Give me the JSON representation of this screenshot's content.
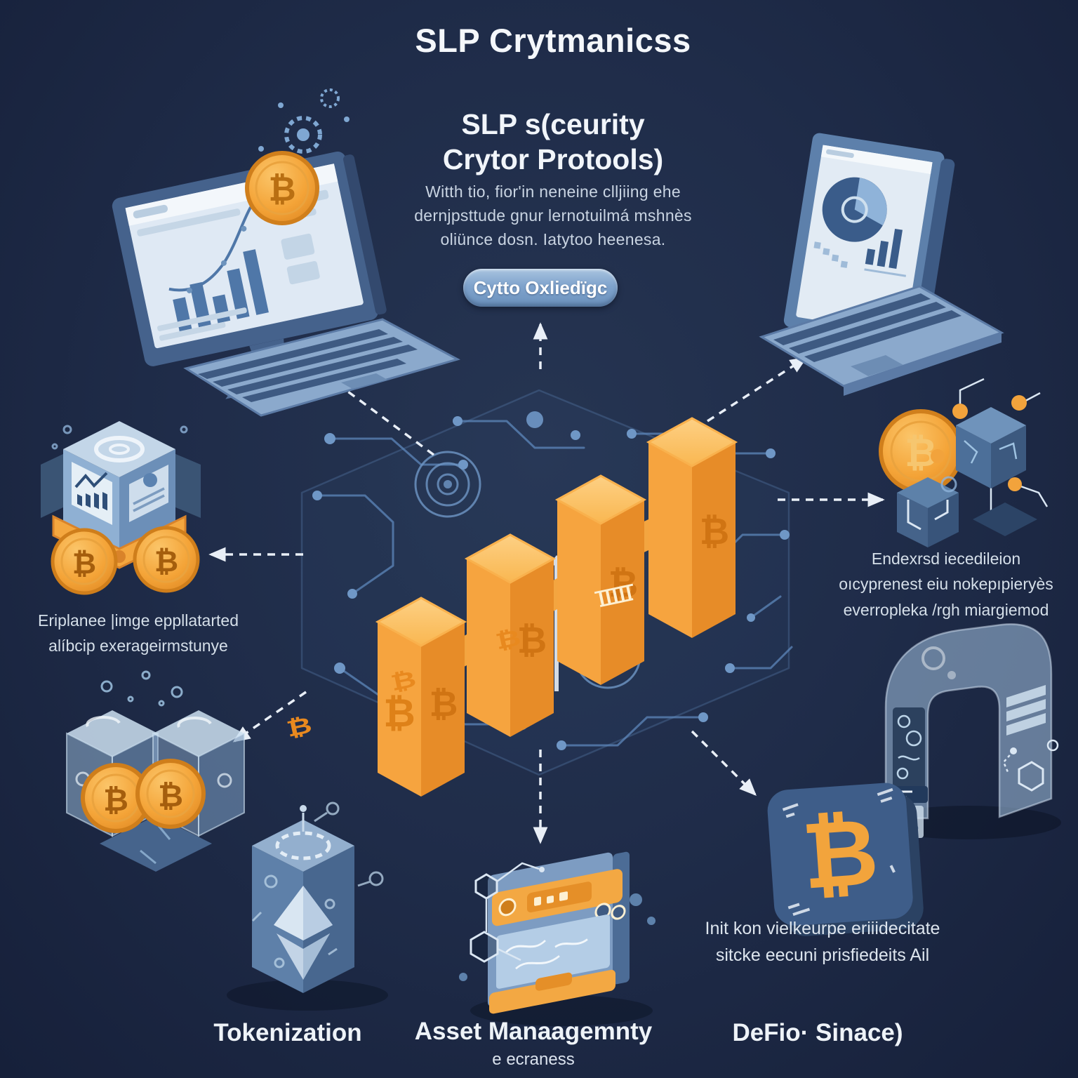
{
  "title": "SLP Crytmanicss",
  "header": {
    "subtitle": {
      "line1": "SLP s(ceurity",
      "line2": "Crytor Protools)"
    },
    "description": {
      "line1": "Witth tio, fior'in neneine clljiing ehe",
      "line2": "dernjpsttude gnur lernotuilmá mshnès",
      "line3": "oliünce dosn. Iatytoo heenesa."
    },
    "pill_label": "Cytto Oxliedïgc"
  },
  "notes": {
    "left": {
      "line1": "Eriplanee |imge eppllatarted",
      "line2": "alíbcip exerageirmstunye"
    },
    "right": {
      "line1": "Endexrsd iecedileion",
      "line2": "oıcyprenest eiu nokepıpieryès",
      "line3": "everropleka /rgh miargiemod"
    },
    "bottom_right": {
      "line1": "Init kon vielkeurpe eriiidecitate",
      "line2": "sitcke eecuni prisfiedeits Ail"
    }
  },
  "footer": {
    "label_tokenization": "Tokenization",
    "label_asset_management": "Asset Manaagemnty",
    "label_asset_management_sub": "e ecraness",
    "label_defi": "DeFio· Sinace)"
  },
  "symbols": {
    "bitcoin": "₿"
  },
  "colors": {
    "background": "#1e2a45",
    "accent_orange": "#f2a43c",
    "accent_blue": "#7fa8d1",
    "circuit_line": "#5d87bb",
    "text_light": "#e9eff7"
  }
}
